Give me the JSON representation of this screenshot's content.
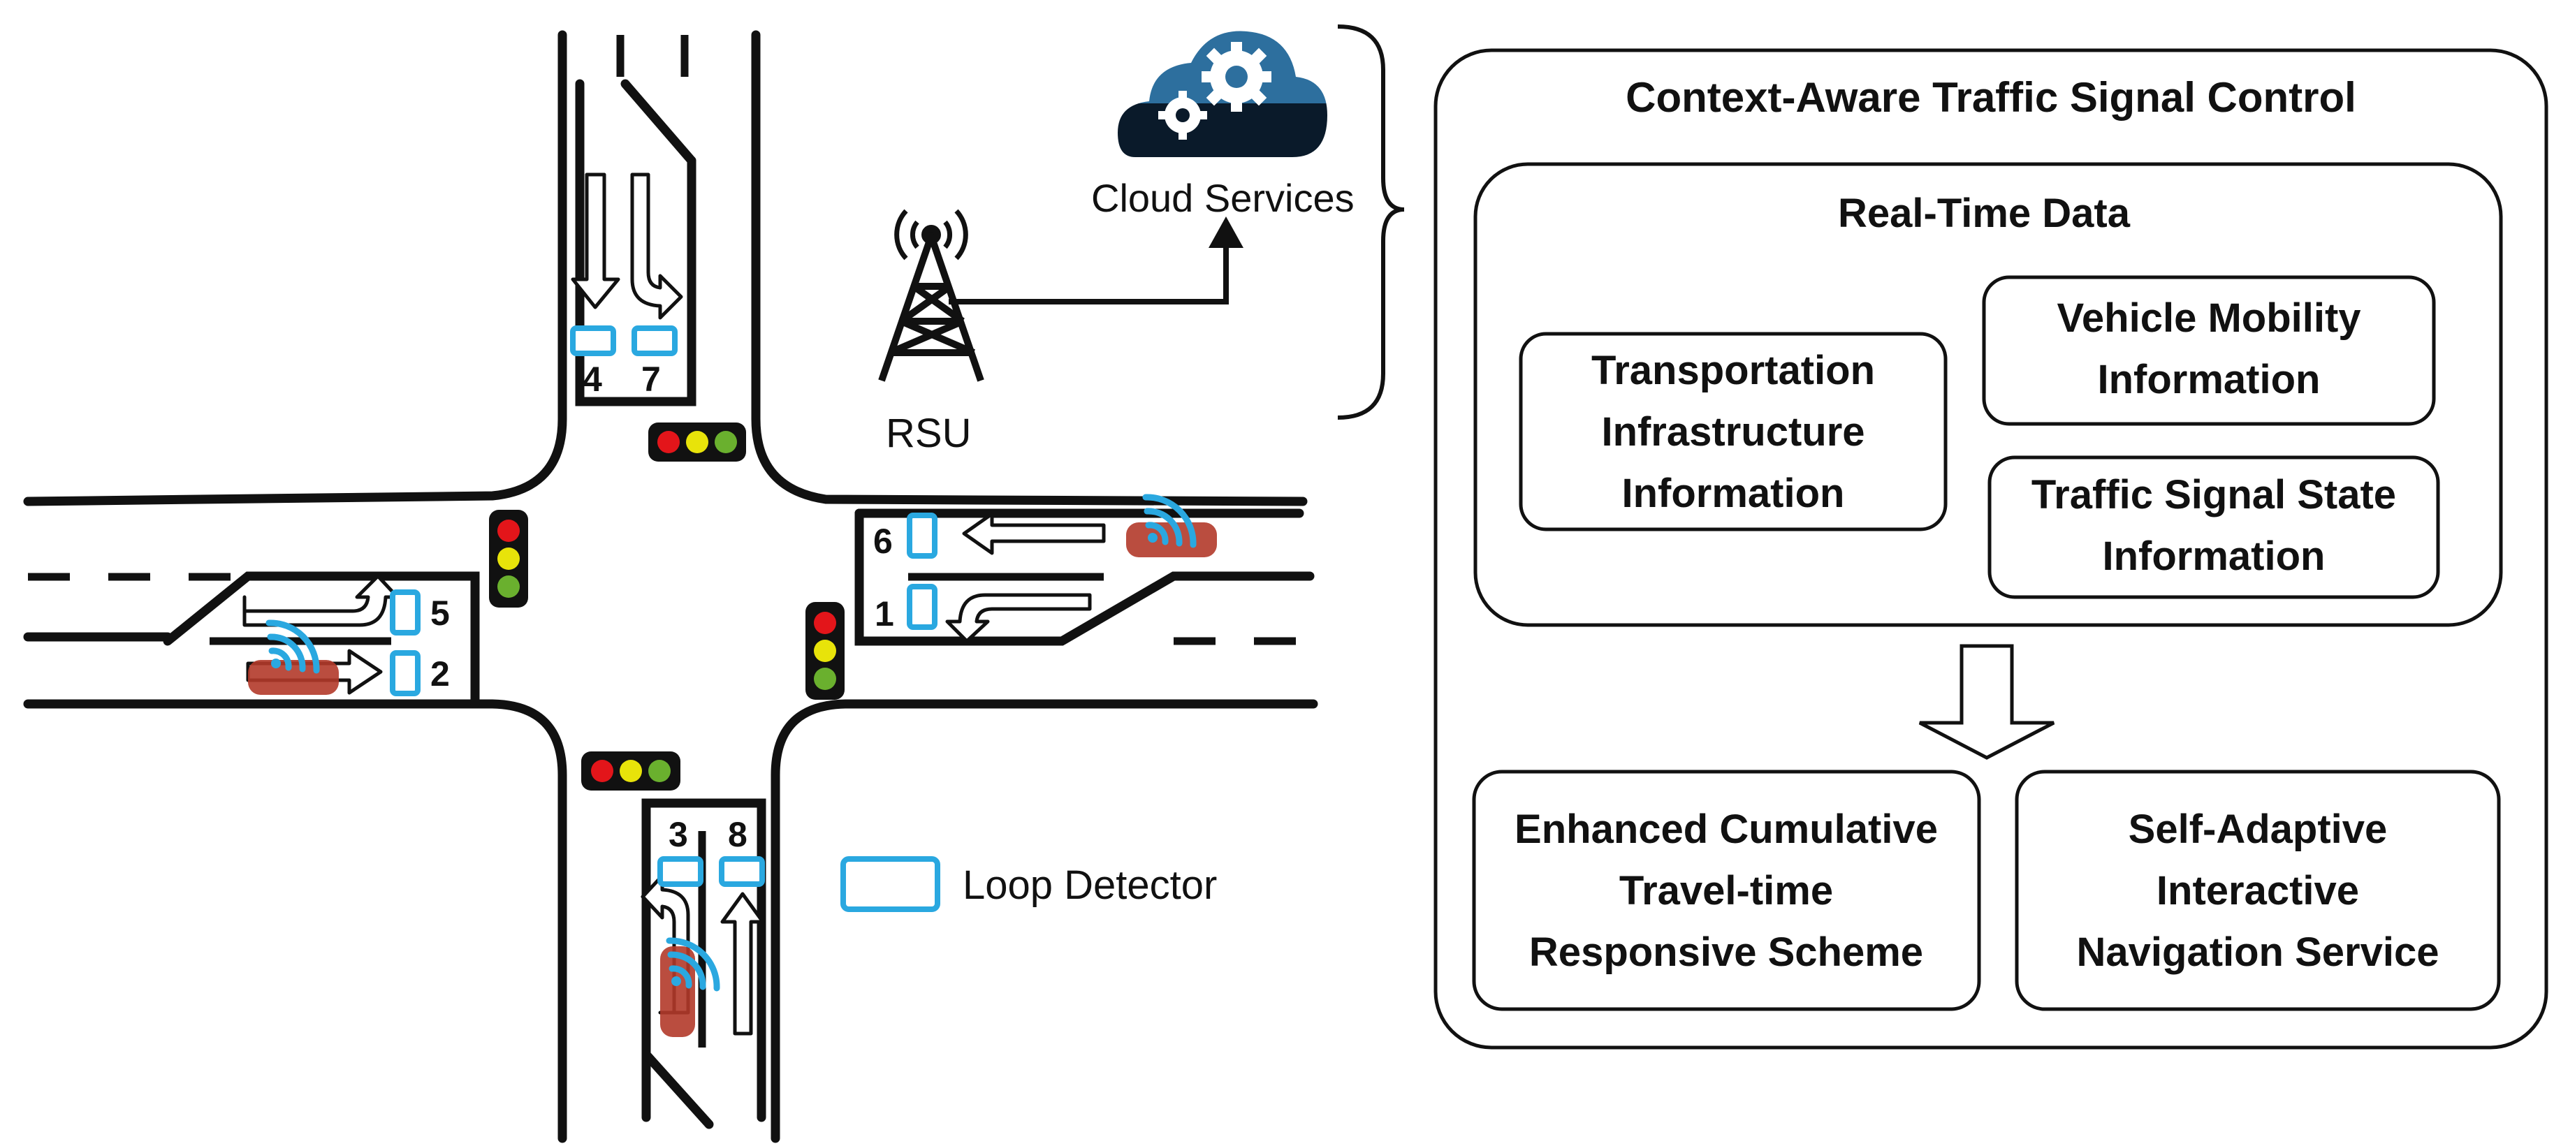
{
  "labels": {
    "cloud": "Cloud Services",
    "rsu": "RSU",
    "legend": "Loop Detector"
  },
  "detectors": [
    "1",
    "2",
    "3",
    "4",
    "5",
    "6",
    "7",
    "8"
  ],
  "framework": {
    "title": "Context-Aware Traffic Signal Control",
    "realtime": {
      "title": "Real-Time Data",
      "infra": [
        "Transportation",
        "Infrastructure",
        "Information"
      ],
      "mobility": [
        "Vehicle Mobility",
        "Information"
      ],
      "signal": [
        "Traffic Signal State",
        "Information"
      ]
    },
    "outputs": {
      "ectrs": [
        "Enhanced Cumulative",
        "Travel-time",
        "Responsive Scheme"
      ],
      "sains": [
        "Self-Adaptive",
        "Interactive",
        "Navigation Service"
      ]
    }
  },
  "colors": {
    "detector": "#2aa8e0",
    "car": "#b23a2a",
    "cloud_top": "#2d6f9e",
    "cloud_bottom": "#0a1a2a",
    "signal_red": "#e3151a",
    "signal_yellow": "#e8e30a",
    "signal_green": "#6ab02e"
  }
}
